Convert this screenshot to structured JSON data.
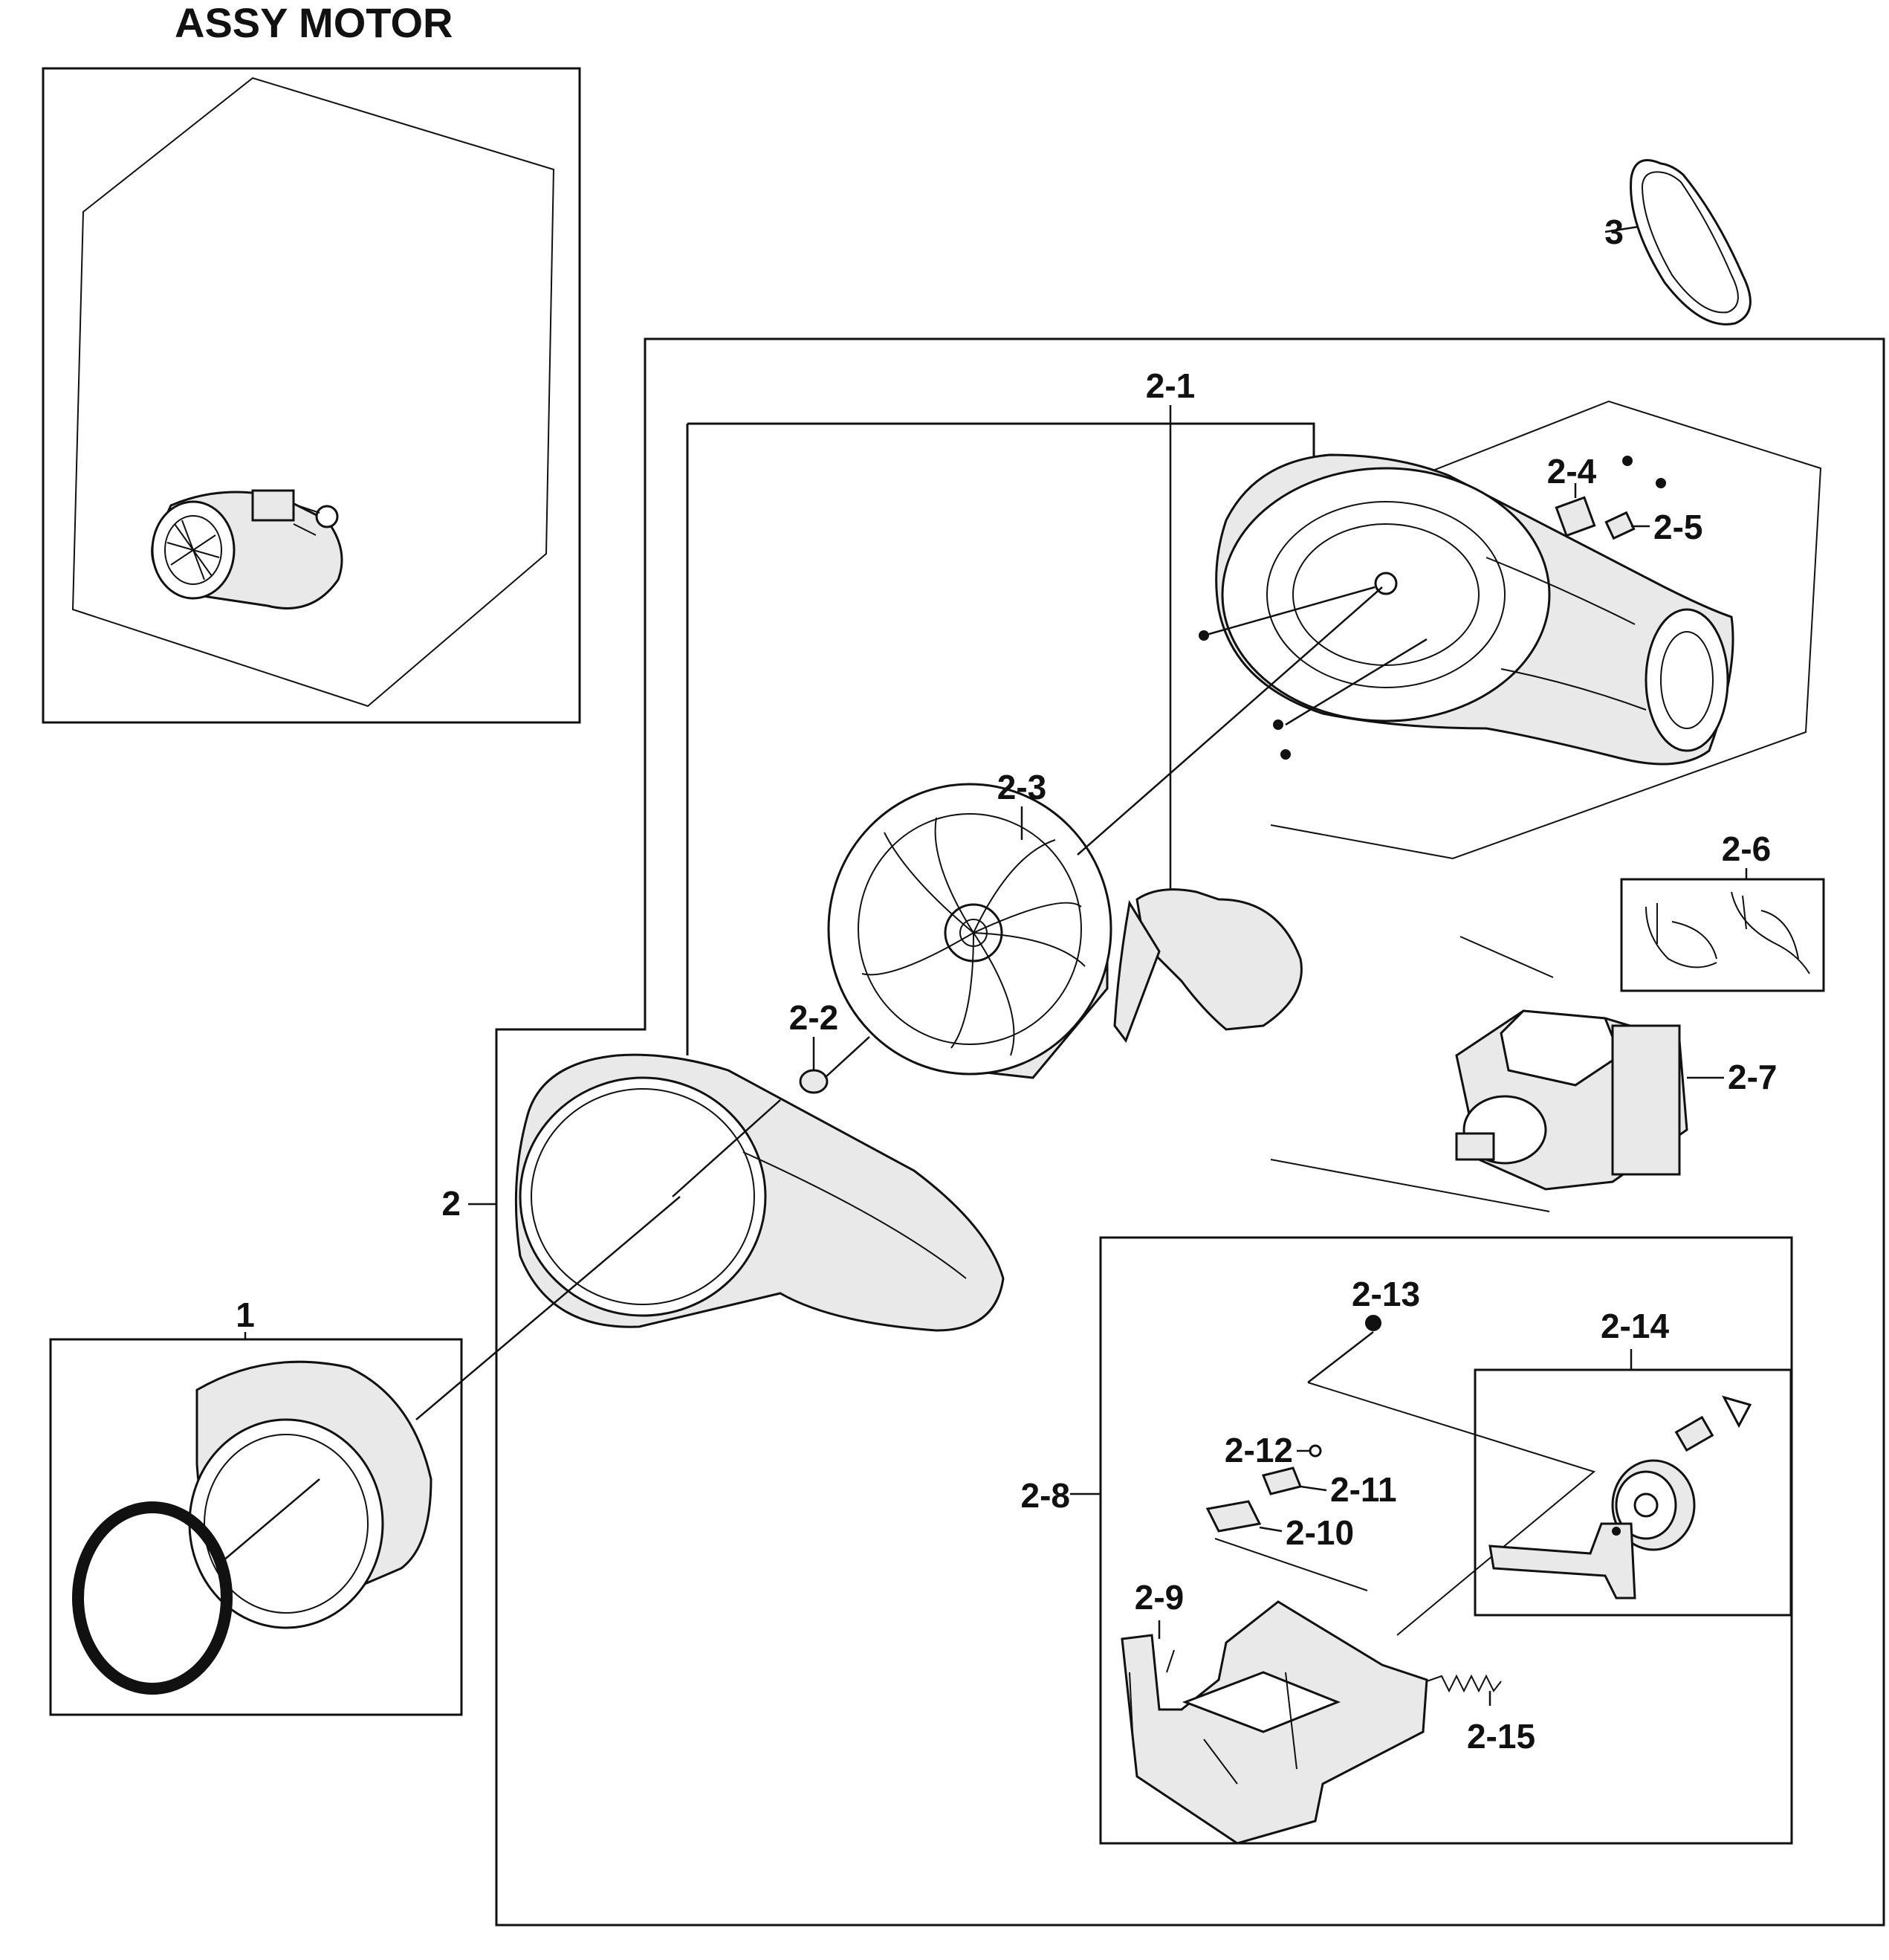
{
  "title": "ASSY MOTOR",
  "labels": {
    "p1": "1",
    "p2": "2",
    "p2_1": "2-1",
    "p2_2": "2-2",
    "p2_3": "2-3",
    "p2_4": "2-4",
    "p2_5": "2-5",
    "p2_6": "2-6",
    "p2_7": "2-7",
    "p2_8": "2-8",
    "p2_9": "2-9",
    "p2_10": "2-10",
    "p2_11": "2-11",
    "p2_12": "2-12",
    "p2_13": "2-13",
    "p2_14": "2-14",
    "p2_15": "2-15",
    "p3": "3"
  }
}
